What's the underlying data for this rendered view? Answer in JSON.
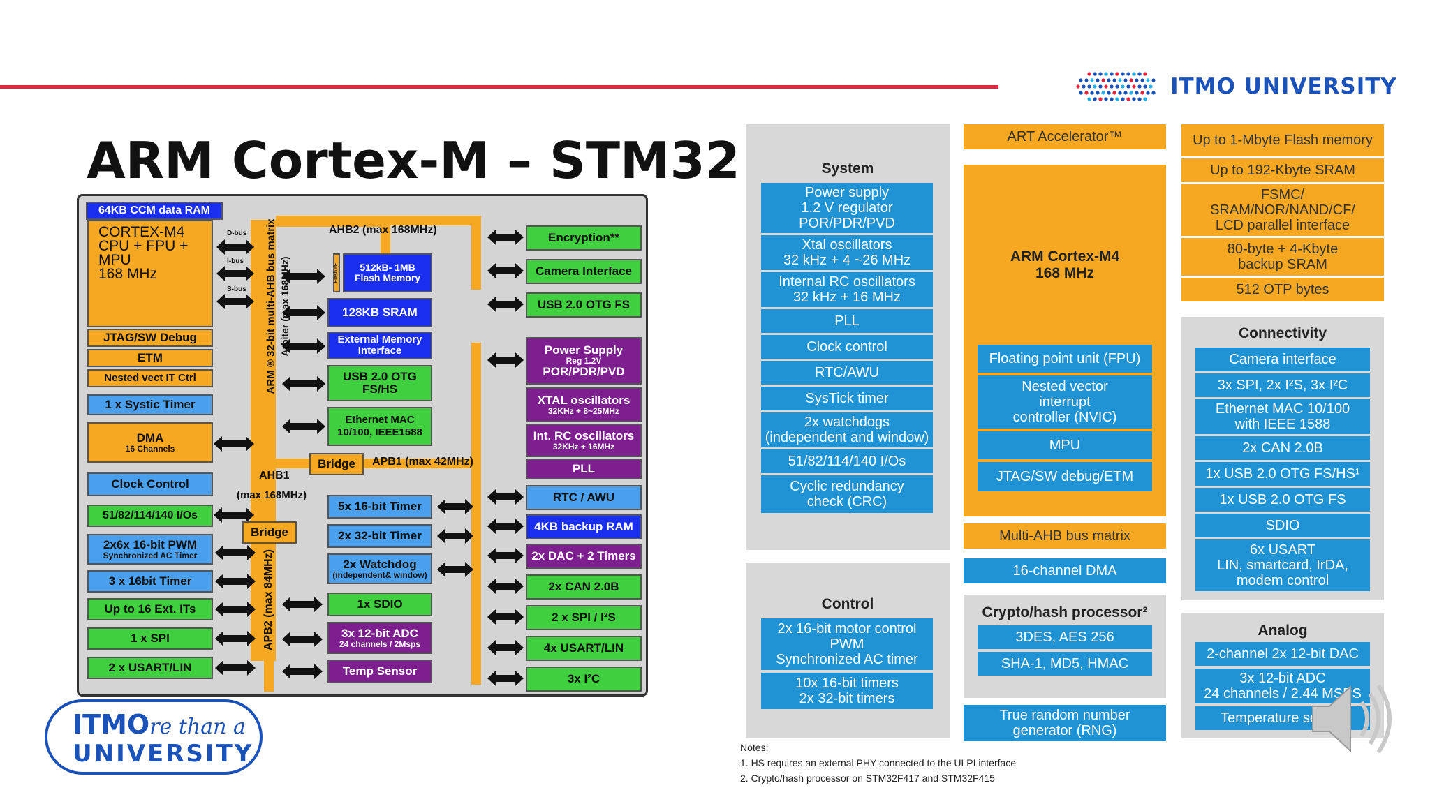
{
  "header": {
    "university": "ITMO UNIVERSITY",
    "title": "ARM Cortex-M – STM32"
  },
  "colors": {
    "red_line": "#e0253e",
    "itmo_blue": "#1a52b8",
    "orange": "#f7a823",
    "blue": "#1a2ff0",
    "light_blue": "#4aa0ec",
    "green": "#3fcf3f",
    "purple": "#7d1f8f",
    "st_blue": "#1f93d4"
  },
  "left_diagram": {
    "ccm": "64KB CCM data RAM",
    "core": [
      "CORTEX-M4",
      "CPU + FPU +",
      "MPU",
      "168 MHz"
    ],
    "bus_labels": {
      "dbus": "D-bus",
      "ibus": "I-bus",
      "sbus": "S-bus"
    },
    "jtag": "JTAG/SW Debug",
    "etm": "ETM",
    "nvic": "Nested vect IT Ctrl",
    "systick": "1 x Systic Timer",
    "dma": "DMA",
    "dma_sub": "16 Channels",
    "clock": "Clock Control",
    "ios": "51/82/114/140 I/Os",
    "pwm": "2x6x 16-bit PWM",
    "pwm_sub": "Synchronized AC Timer",
    "timer16": "3 x 16bit Timer",
    "extits": "Up to 16 Ext. ITs",
    "spi": "1 x SPI",
    "usart": "2 x USART/LIN",
    "matrix": "ARM ® 32-bit multi-AHB bus matrix",
    "arbiter": "Arbiter (max 168MHz)",
    "ahb2": "AHB2 (max 168MHz)",
    "ahb1": "AHB1",
    "ahb1_sub": "(max 168MHz)",
    "bridge1": "Bridge",
    "apb1": "APB1 (max 42MHz)",
    "bridge2": "Bridge",
    "apb2": "APB2 (max 84MHz)",
    "flash_if": "Flash I/F",
    "flash": [
      "512kB- 1MB",
      "Flash Memory"
    ],
    "sram": "128KB SRAM",
    "extmem": [
      "External Memory",
      "Interface"
    ],
    "usbotg_hs": [
      "USB 2.0 OTG",
      "FS/HS"
    ],
    "eth": [
      "Ethernet MAC",
      "10/100, IEEE1588"
    ],
    "tim16": "5x 16-bit Timer",
    "tim32": "2x 32-bit Timer",
    "wdog": "2x Watchdog",
    "wdog_sub": "(independent& window)",
    "sdio": "1x SDIO",
    "adc": "3x 12-bit ADC",
    "adc_sub": "24 channels / 2Msps",
    "temp": "Temp Sensor",
    "encryption": "Encryption**",
    "camera": "Camera Interface",
    "usbotgfs": "USB 2.0 OTG FS",
    "power": "Power Supply",
    "power_sub": "Reg 1.2V",
    "power2": "POR/PDR/PVD",
    "xtal": "XTAL oscillators",
    "xtal_sub": "32KHz + 8~25MHz",
    "intrc": "Int. RC oscillators",
    "intrc_sub": "32KHz + 16MHz",
    "pll": "PLL",
    "rtc": "RTC / AWU",
    "backup": "4KB backup RAM",
    "dac": "2x DAC + 2 Timers",
    "can": "2x CAN 2.0B",
    "spi2": "2 x SPI / I²S",
    "usart4": "4x USART/LIN",
    "i2c": "3x I²C"
  },
  "right_diagram": {
    "system_title": "System",
    "system": [
      [
        "Power supply",
        "1.2 V regulator",
        "POR/PDR/PVD"
      ],
      [
        "Xtal oscillators",
        "32 kHz + 4 ~26 MHz"
      ],
      [
        "Internal RC oscillators",
        "32 kHz + 16 MHz"
      ],
      [
        "PLL"
      ],
      [
        "Clock control"
      ],
      [
        "RTC/AWU"
      ],
      [
        "SysTick timer"
      ],
      [
        "2x watchdogs",
        "(independent and window)"
      ],
      [
        "51/82/114/140 I/Os"
      ],
      [
        "Cyclic redundancy",
        "check (CRC)"
      ]
    ],
    "control_title": "Control",
    "control": [
      [
        "2x 16-bit motor control",
        "PWM",
        "Synchronized AC timer"
      ],
      [
        "10x 16-bit timers",
        "2x 32-bit timers"
      ]
    ],
    "art": "ART Accelerator™",
    "core": [
      "ARM Cortex-M4",
      "168 MHz"
    ],
    "core_blocks": [
      [
        "Floating point unit (FPU)"
      ],
      [
        "Nested vector",
        "interrupt",
        "controller (NVIC)"
      ],
      [
        "MPU"
      ],
      [
        "JTAG/SW debug/ETM"
      ]
    ],
    "ahb": "Multi-AHB bus matrix",
    "dma": "16-channel DMA",
    "crypto_title": "Crypto/hash processor²",
    "crypto": [
      [
        "3DES, AES 256"
      ],
      [
        "SHA-1, MD5, HMAC"
      ]
    ],
    "rng": [
      "True random number",
      "generator (RNG)"
    ],
    "memory": [
      [
        "Up to 1-Mbyte Flash memory"
      ],
      [
        "Up to 192-Kbyte SRAM"
      ],
      [
        "FSMC/",
        "SRAM/NOR/NAND/CF/",
        "LCD parallel interface"
      ],
      [
        "80-byte + 4-Kbyte",
        "backup SRAM"
      ],
      [
        "512 OTP bytes"
      ]
    ],
    "connectivity_title": "Connectivity",
    "connectivity": [
      [
        "Camera interface"
      ],
      [
        "3x SPI, 2x I²S, 3x I²C"
      ],
      [
        "Ethernet MAC 10/100",
        "with IEEE 1588"
      ],
      [
        "2x CAN 2.0B"
      ],
      [
        "1x USB 2.0 OTG FS/HS¹"
      ],
      [
        "1x USB 2.0 OTG FS"
      ],
      [
        "SDIO"
      ],
      [
        "6x USART",
        "LIN, smartcard, IrDA,",
        "modem control"
      ]
    ],
    "analog_title": "Analog",
    "analog": [
      [
        "2-channel 2x 12-bit DAC"
      ],
      [
        "3x 12-bit ADC",
        "24 channels / 2.44 MSPS"
      ],
      [
        "Temperature sensor"
      ]
    ],
    "notes_title": "Notes:",
    "notes": [
      "1.      HS requires an external PHY connected to the ULPI interface",
      "2.      Crypto/hash processor on STM32F417 and STM32F415"
    ]
  },
  "footer_logo": {
    "line1_a": "IT",
    "line1_b": "MO",
    "line1_c": "re than a",
    "line2": "UNIVERSITY"
  },
  "icons": [
    "itmo-dots-logo-icon",
    "speaker-icon"
  ]
}
